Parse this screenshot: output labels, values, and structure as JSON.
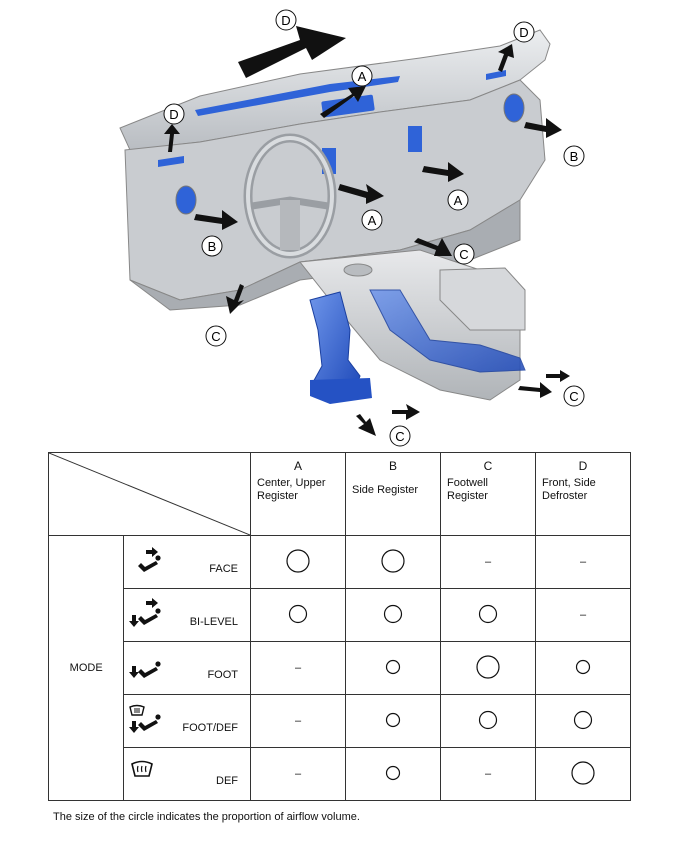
{
  "callouts": {
    "A": "A",
    "B": "B",
    "C": "C",
    "D": "D"
  },
  "columns": [
    {
      "letter": "A",
      "name": "Center, Upper Register"
    },
    {
      "letter": "B",
      "name": "Side Register"
    },
    {
      "letter": "C",
      "name": "Footwell Register"
    },
    {
      "letter": "D",
      "name": "Front, Side Defroster"
    }
  ],
  "group_label": "MODE",
  "modes": [
    {
      "name": "FACE",
      "icon": "face-mode-icon",
      "values": [
        "large",
        "large",
        "none",
        "none"
      ]
    },
    {
      "name": "BI-LEVEL",
      "icon": "bi-level-mode-icon",
      "values": [
        "medium",
        "medium",
        "medium",
        "none"
      ]
    },
    {
      "name": "FOOT",
      "icon": "foot-mode-icon",
      "values": [
        "none",
        "small",
        "large",
        "small"
      ]
    },
    {
      "name": "FOOT/DEF",
      "icon": "foot-def-mode-icon",
      "values": [
        "none",
        "small",
        "medium",
        "medium"
      ]
    },
    {
      "name": "DEF",
      "icon": "def-mode-icon",
      "values": [
        "none",
        "small",
        "none",
        "large"
      ]
    }
  ],
  "none_symbol": "–",
  "footnote": "The size of the circle indicates the proportion of airflow volume.",
  "colors": {
    "duct": "#2f63d8",
    "dash": "#c9cdd2",
    "arrow": "#111111"
  }
}
